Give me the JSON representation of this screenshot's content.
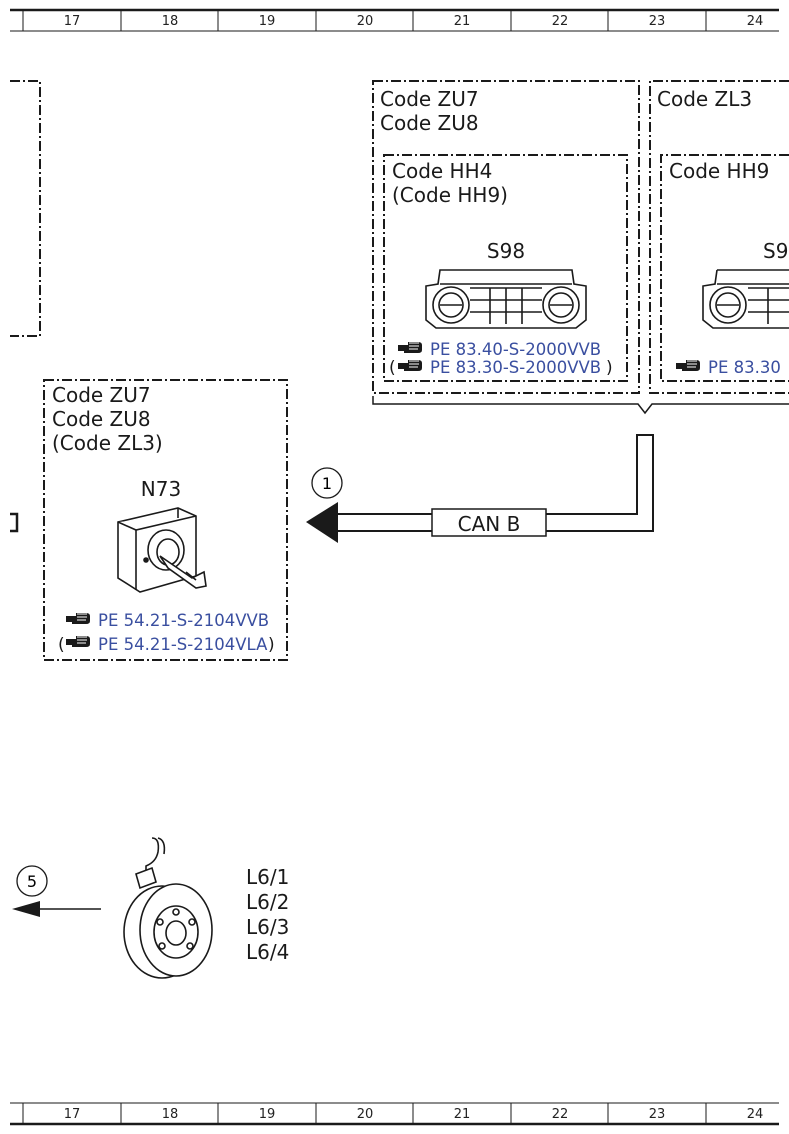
{
  "ruler": {
    "columns": [
      "17",
      "18",
      "19",
      "20",
      "21",
      "22",
      "23",
      "24"
    ]
  },
  "blocks": {
    "zu7_zu8": {
      "codes": [
        "Code ZU7",
        "Code ZU8"
      ],
      "inner": {
        "codes": [
          "Code HH4",
          "(Code HH9)"
        ],
        "component": "S98",
        "refs": [
          "PE 83.40-S-2000VVB",
          "PE 83.30-S-2000VVB"
        ],
        "ref_parens": [
          "(",
          ")"
        ]
      }
    },
    "zl3": {
      "codes": [
        "Code ZL3"
      ],
      "inner": {
        "codes": [
          "Code HH9"
        ],
        "component": "S9",
        "refs": [
          "PE 83.30"
        ]
      }
    },
    "n73_block": {
      "codes": [
        "Code ZU7",
        "Code ZU8",
        "(Code ZL3)"
      ],
      "component": "N73",
      "refs": [
        "PE 54.21-S-2104VVB",
        "PE 54.21-S-2104VLA"
      ],
      "ref_parens": [
        "(",
        ")"
      ]
    }
  },
  "bus": {
    "label": "CAN B",
    "callout": "1"
  },
  "wheel": {
    "callout": "5",
    "labels": [
      "L6/1",
      "L6/2",
      "L6/3",
      "L6/4"
    ]
  },
  "colors": {
    "line": "#1a1a1a",
    "reference_link": "#3a4fa0"
  }
}
